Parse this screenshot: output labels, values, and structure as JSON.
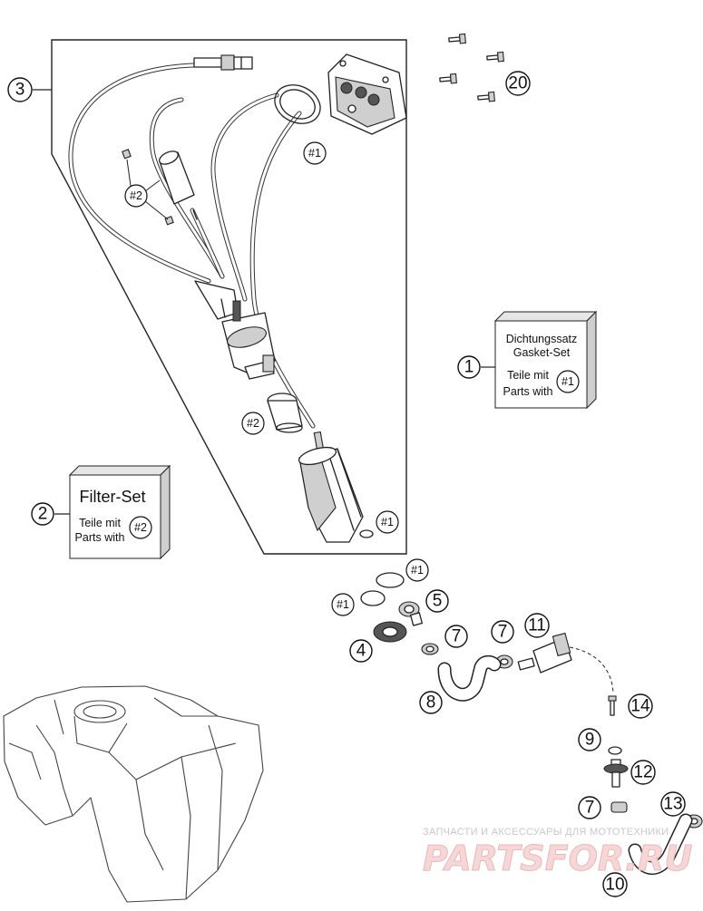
{
  "callouts": {
    "c1": "1",
    "c2": "2",
    "c3": "3",
    "c4": "4",
    "c5": "5",
    "c7a": "7",
    "c7b": "7",
    "c7c": "7",
    "c8": "8",
    "c9": "9",
    "c10": "10",
    "c11": "11",
    "c12": "12",
    "c13": "13",
    "c14": "14",
    "c20": "20"
  },
  "refs": {
    "r1_top": "#1",
    "r2_mid": "#2",
    "r2_low": "#2",
    "r1_pump": "#1",
    "r1_seal_top": "#1",
    "r1_seal_left": "#1"
  },
  "gasket_set": {
    "line1": "Dichtungssatz",
    "line2": "Gasket-Set",
    "line3": "Teile mit",
    "line4": "Parts with",
    "ref": "#1"
  },
  "filter_set": {
    "title": "Filter-Set",
    "line1": "Teile mit",
    "line2": "Parts with",
    "ref": "#2"
  },
  "watermark": {
    "line1": "ЗАПЧАСТИ И АКСЕССУАРЫ ДЛЯ МОТОТЕХНИКИ",
    "brand": "PARTSFOR.RU"
  }
}
